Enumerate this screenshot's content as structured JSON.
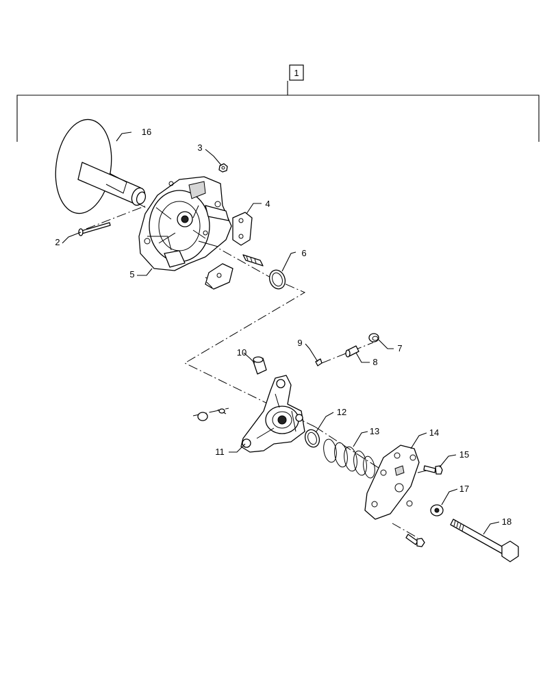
{
  "assembly_label": "1",
  "callouts": [
    {
      "id": "p2",
      "label": "2"
    },
    {
      "id": "p3",
      "label": "3"
    },
    {
      "id": "p4",
      "label": "4"
    },
    {
      "id": "p5",
      "label": "5"
    },
    {
      "id": "p6",
      "label": "6"
    },
    {
      "id": "p7",
      "label": "7"
    },
    {
      "id": "p8",
      "label": "8"
    },
    {
      "id": "p9",
      "label": "9"
    },
    {
      "id": "p10",
      "label": "10"
    },
    {
      "id": "p11",
      "label": "11"
    },
    {
      "id": "p12",
      "label": "12"
    },
    {
      "id": "p13",
      "label": "13"
    },
    {
      "id": "p14",
      "label": "14"
    },
    {
      "id": "p15",
      "label": "15"
    },
    {
      "id": "p16",
      "label": "16"
    },
    {
      "id": "p17",
      "label": "17"
    },
    {
      "id": "p18",
      "label": "18"
    }
  ]
}
